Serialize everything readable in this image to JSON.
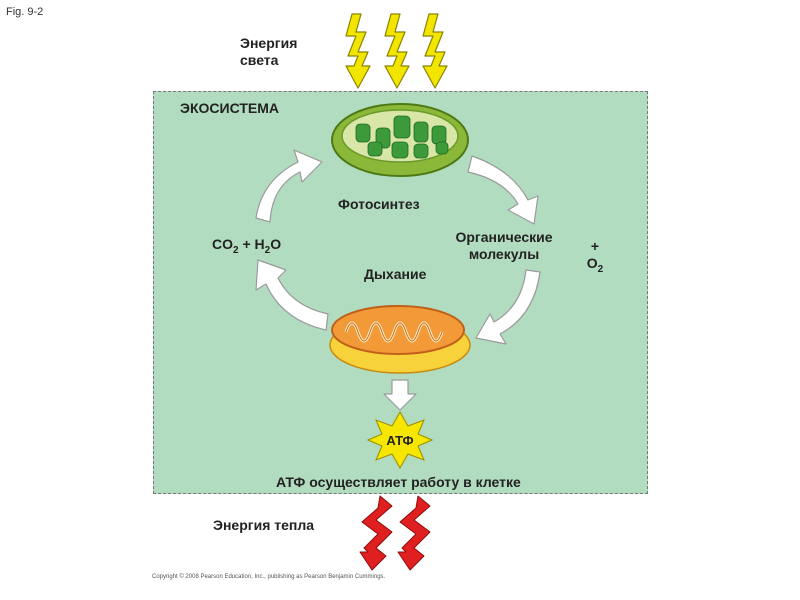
{
  "figure_label": "Fig. 9-2",
  "light_energy": [
    "Энергия",
    "света"
  ],
  "ecosystem_label": "ЭКОСИСТЕМА",
  "photosynthesis_label": "Фотосинтез",
  "respiration_label": "Дыхание",
  "inputs": {
    "co2": "CO",
    "co2_sub": "2",
    "plus": " + ",
    "h2o_h": "H",
    "h2o_sub": "2",
    "h2o_o": "O"
  },
  "organic_molecules": [
    "Органические",
    "молекулы"
  ],
  "oxygen": {
    "plus": "+",
    "o": "O",
    "sub": "2"
  },
  "atp_badge": "АТФ",
  "atp_work": "АТФ осуществляет работу в клетке",
  "heat_energy": "Энергия тепла",
  "copyright": "Copyright © 2008 Pearson Education, Inc., publishing as Pearson Benjamin Cummings.",
  "colors": {
    "ecosystem_bg": "#b2dcc0",
    "light_arrows": "#f2e600",
    "heat_arrows": "#e02020",
    "chloroplast": "#6aa82a",
    "mitochondrion": "#f08a28"
  }
}
